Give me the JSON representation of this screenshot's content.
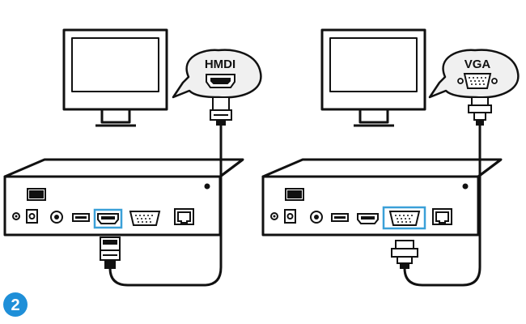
{
  "step": {
    "number": "2"
  },
  "left_panel": {
    "connector_label": "HMDI",
    "connector_type": "hdmi"
  },
  "right_panel": {
    "connector_label": "VGA",
    "connector_type": "vga"
  },
  "colors": {
    "line": "#111111",
    "highlight": "#3aa0d8",
    "step_badge": "#1f8fd8",
    "bubble_fill": "#f0f0f0"
  }
}
